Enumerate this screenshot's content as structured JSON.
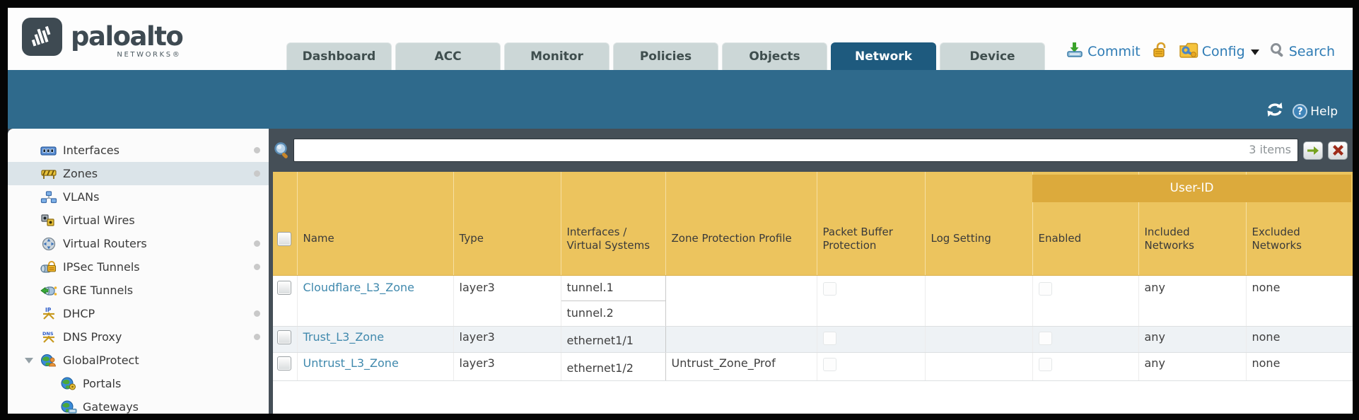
{
  "brand": {
    "name": "paloalto",
    "sub": "NETWORKS®"
  },
  "tabs": [
    {
      "label": "Dashboard",
      "active": false
    },
    {
      "label": "ACC",
      "active": false
    },
    {
      "label": "Monitor",
      "active": false
    },
    {
      "label": "Policies",
      "active": false
    },
    {
      "label": "Objects",
      "active": false
    },
    {
      "label": "Network",
      "active": true
    },
    {
      "label": "Device",
      "active": false
    }
  ],
  "actions": {
    "commit": "Commit",
    "config": "Config",
    "search": "Search"
  },
  "teal": {
    "help": "Help"
  },
  "sidebar": {
    "items": [
      {
        "label": "Interfaces",
        "dot": true
      },
      {
        "label": "Zones",
        "dot": true,
        "selected": true
      },
      {
        "label": "VLANs"
      },
      {
        "label": "Virtual Wires"
      },
      {
        "label": "Virtual Routers",
        "dot": true
      },
      {
        "label": "IPSec Tunnels",
        "dot": true
      },
      {
        "label": "GRE Tunnels"
      },
      {
        "label": "DHCP",
        "dot": true
      },
      {
        "label": "DNS Proxy",
        "dot": true
      },
      {
        "label": "GlobalProtect",
        "expanded": true
      },
      {
        "label": "Portals",
        "child": true
      },
      {
        "label": "Gateways",
        "child": true
      }
    ]
  },
  "search": {
    "count": "3 items"
  },
  "table": {
    "group": "User-ID",
    "columns": [
      "",
      "Name",
      "Type",
      "Interfaces / Virtual Systems",
      "Zone Protection Profile",
      "Packet Buffer Protection",
      "Log Setting",
      "Enabled",
      "Included Networks",
      "Excluded Networks"
    ],
    "rows": [
      {
        "name": "Cloudflare_L3_Zone",
        "type": "layer3",
        "interfaces": [
          "tunnel.1",
          "tunnel.2"
        ],
        "zpp": "",
        "included": "any",
        "excluded": "none"
      },
      {
        "name": "Trust_L3_Zone",
        "type": "layer3",
        "interfaces": [
          "ethernet1/1"
        ],
        "zpp": "",
        "included": "any",
        "excluded": "none"
      },
      {
        "name": "Untrust_L3_Zone",
        "type": "layer3",
        "interfaces": [
          "ethernet1/2"
        ],
        "zpp": "Untrust_Zone_Prof",
        "included": "any",
        "excluded": "none"
      }
    ]
  }
}
